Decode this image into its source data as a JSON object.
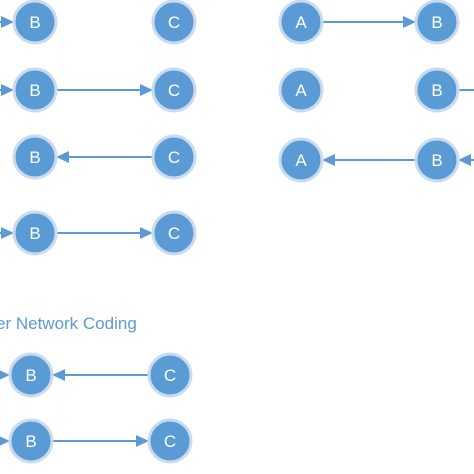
{
  "caption": "er Network Coding",
  "colors": {
    "node_fill": "#5b9bd5",
    "node_border": "#c9dcef",
    "edge": "#5b9bd5",
    "text": "#ffffff",
    "caption": "#5b9bd5"
  },
  "nodes": [
    {
      "id": "l1b",
      "label": "B"
    },
    {
      "id": "l1c",
      "label": "C"
    },
    {
      "id": "l2b",
      "label": "B"
    },
    {
      "id": "l2c",
      "label": "C"
    },
    {
      "id": "l3b",
      "label": "B"
    },
    {
      "id": "l3c",
      "label": "C"
    },
    {
      "id": "l4b",
      "label": "B"
    },
    {
      "id": "l4c",
      "label": "C"
    },
    {
      "id": "r1a",
      "label": "A"
    },
    {
      "id": "r1b",
      "label": "B"
    },
    {
      "id": "r2a",
      "label": "A"
    },
    {
      "id": "r2b",
      "label": "B"
    },
    {
      "id": "r3a",
      "label": "A"
    },
    {
      "id": "r3b",
      "label": "B"
    },
    {
      "id": "b1b",
      "label": "B"
    },
    {
      "id": "b1c",
      "label": "C"
    },
    {
      "id": "b2b",
      "label": "B"
    },
    {
      "id": "b2c",
      "label": "C"
    }
  ],
  "edges": [
    {
      "id": "e1",
      "from": "offscreen-left",
      "to": "l1b"
    },
    {
      "id": "e2",
      "from": "offscreen-left",
      "to": "l2b"
    },
    {
      "id": "e3",
      "from": "l2b",
      "to": "l2c"
    },
    {
      "id": "e4",
      "from": "l3c",
      "to": "l3b"
    },
    {
      "id": "e5",
      "from": "offscreen-left",
      "to": "l4b"
    },
    {
      "id": "e6",
      "from": "l4b",
      "to": "l4c"
    },
    {
      "id": "e7",
      "from": "r1a",
      "to": "r1b"
    },
    {
      "id": "e8",
      "from": "r2b",
      "to": "offscreen-right"
    },
    {
      "id": "e9",
      "from": "r3b",
      "to": "r3a"
    },
    {
      "id": "e10",
      "from": "offscreen-right",
      "to": "r3b"
    },
    {
      "id": "e11",
      "from": "offscreen-left",
      "to": "b1b"
    },
    {
      "id": "e12",
      "from": "b1c",
      "to": "b1b"
    },
    {
      "id": "e13",
      "from": "offscreen-left",
      "to": "b2b"
    },
    {
      "id": "e14",
      "from": "b2b",
      "to": "b2c"
    }
  ]
}
